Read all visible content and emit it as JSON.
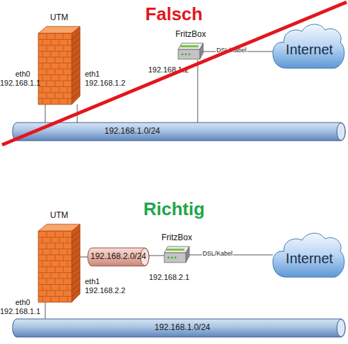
{
  "diagram": {
    "nodes": [
      {
        "text": [
          "UTM"
        ]
      },
      {
        "text": [
          "FritzBox"
        ]
      },
      {
        "text": [
          "Internet"
        ]
      },
      {
        "text": [
          "192.168.1.0/24"
        ]
      },
      {
        "text": [
          "UTM"
        ]
      },
      {
        "text": [
          "192.168.2.0/24"
        ]
      },
      {
        "text": [
          "FritzBox"
        ]
      },
      {
        "text": [
          "Internet"
        ]
      },
      {
        "text": [
          "192.168.1.0/24"
        ]
      }
    ],
    "edges": [
      {
        "from": 0,
        "to": 3,
        "arrow": "none"
      },
      {
        "from": 0,
        "to": 3,
        "arrow": "none"
      },
      {
        "from": 1,
        "to": 3,
        "arrow": "none"
      },
      {
        "from": 1,
        "to": 2,
        "arrow": "none",
        "label": "DSL/Kabel"
      },
      {
        "from": 4,
        "to": 8,
        "arrow": "none"
      },
      {
        "from": 4,
        "to": 5,
        "arrow": "none"
      },
      {
        "from": 5,
        "to": 6,
        "arrow": "none"
      },
      {
        "from": 6,
        "to": 7,
        "arrow": "none",
        "label": "DSL/Kabel"
      }
    ],
    "labels": [
      "Falsch",
      "eth0",
      "192.168.1.1",
      "eth1",
      "192.168.1.2",
      "192.168.1.2",
      "Richtig",
      "eth0",
      "192.168.1.1",
      "eth1",
      "192.168.2.2",
      "192.168.2.1"
    ]
  }
}
